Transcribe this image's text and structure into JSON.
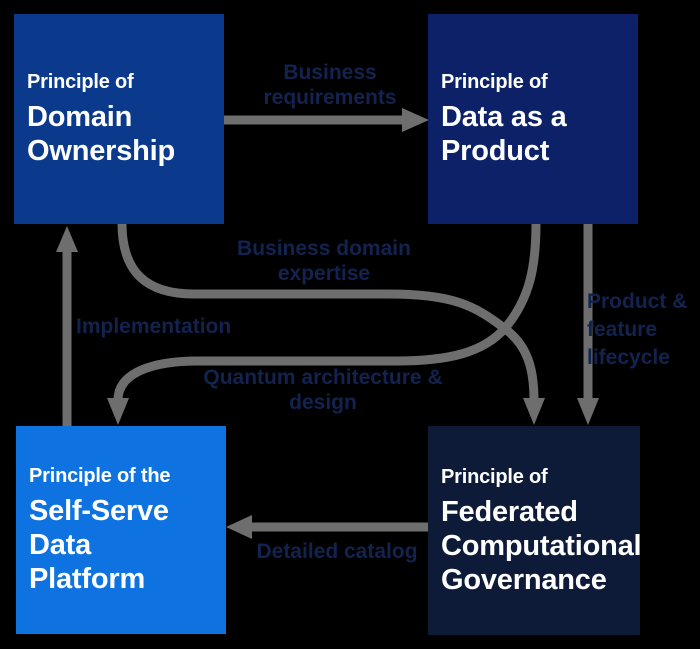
{
  "colors": {
    "background": "#000000",
    "box-domain-ownership": "#0B3A8C",
    "box-data-as-a-product": "#0C2167",
    "box-self-serve-platform": "#0E73E0",
    "box-federated-governance": "#0D1B38",
    "box-text": "#FFFFFF",
    "arrow": "#6E6E6E",
    "arrow-label": "#13234F"
  },
  "boxes": {
    "domain_ownership": {
      "pretitle": "Principle of",
      "line1": "Domain",
      "line2": "Ownership"
    },
    "data_as_a_product": {
      "pretitle": "Principle of",
      "line1": "Data as a",
      "line2": "Product"
    },
    "self_serve_platform": {
      "pretitle": "Principle of the",
      "line1": "Self-Serve Data",
      "line2": "Platform"
    },
    "federated_governance": {
      "pretitle": "Principle of",
      "line1": "Federated",
      "line2": "Computational",
      "line3": "Governance"
    }
  },
  "arrow_labels": {
    "business_requirements": {
      "line1": "Business",
      "line2": "requirements"
    },
    "business_domain_expertise": {
      "line1": "Business domain",
      "line2": "expertise"
    },
    "implementation": {
      "line1": "Implementation"
    },
    "quantum_architecture": {
      "line1": "Quantum architecture &",
      "line2": "design"
    },
    "product_feature_lifecycle": {
      "line1": "Product &",
      "line2": "feature",
      "line3": "lifecycle"
    },
    "detailed_catalog": {
      "line1": "Detailed catalog"
    }
  }
}
